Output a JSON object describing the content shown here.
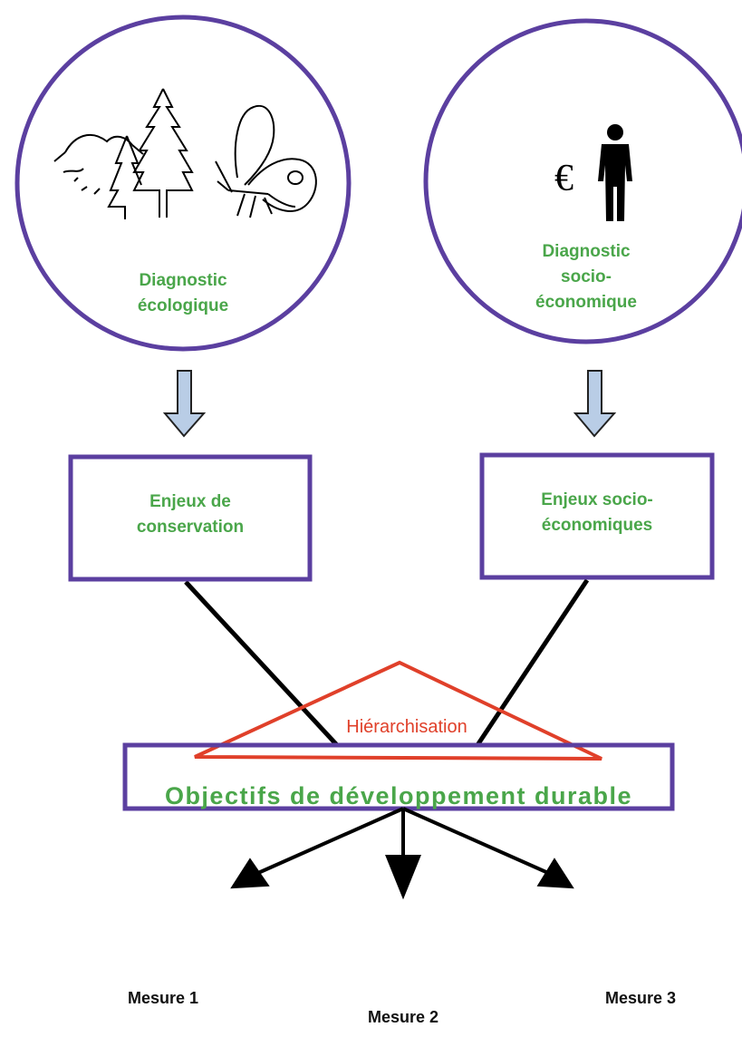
{
  "circles": {
    "ecological": {
      "label_line1": "Diagnostic",
      "label_line2": "écologique"
    },
    "socio": {
      "label_line1": "Diagnostic",
      "label_line2": "socio-",
      "label_line3": "économique",
      "currency_symbol": "€"
    }
  },
  "boxes": {
    "conservation": {
      "line1": "Enjeux de",
      "line2": "conservation"
    },
    "socio": {
      "line1": "Enjeux socio-",
      "line2": "économiques"
    }
  },
  "triangle_label": "Hiérarchisation",
  "main_box_label": "Objectifs de développement durable",
  "measures": [
    "Mesure 1",
    "Mesure 2",
    "Mesure 3"
  ],
  "colors": {
    "circle_stroke": "#5b3fa0",
    "box_stroke": "#5b3fa0",
    "label_green": "#4aa64a",
    "triangle_stroke": "#e0402a",
    "down_arrow_fill": "#b9cde6"
  },
  "icons": [
    "landscape-icon",
    "tree-icon",
    "butterfly-icon",
    "euro-icon",
    "person-icon"
  ]
}
